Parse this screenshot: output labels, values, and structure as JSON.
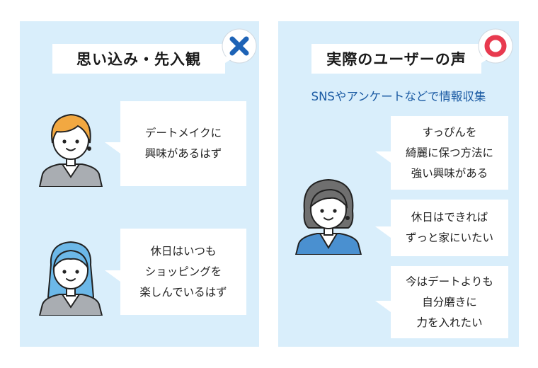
{
  "left_panel": {
    "title": "思い込み・先入観",
    "badge": "cross-icon",
    "bubbles": [
      [
        "デートメイクに",
        "興味があるはず"
      ],
      [
        "休日はいつも",
        "ショッピングを",
        "楽しんでいるはず"
      ]
    ]
  },
  "right_panel": {
    "title": "実際のユーザーの声",
    "badge": "circle-icon",
    "subtitle": "SNSやアンケートなどで情報収集",
    "bubbles": [
      [
        "すっぴんを",
        "綺麗に保つ方法に",
        "強い興味がある"
      ],
      [
        "休日はできれば",
        "ずっと家にいたい"
      ],
      [
        "今はデートよりも",
        "自分磨きに",
        "力を入れたい"
      ]
    ]
  },
  "colors": {
    "panel_bg": "#d9eefb",
    "cross_blue": "#1e63b6",
    "circle_red": "#e83a4f",
    "subtitle_blue": "#1a5aa3"
  }
}
